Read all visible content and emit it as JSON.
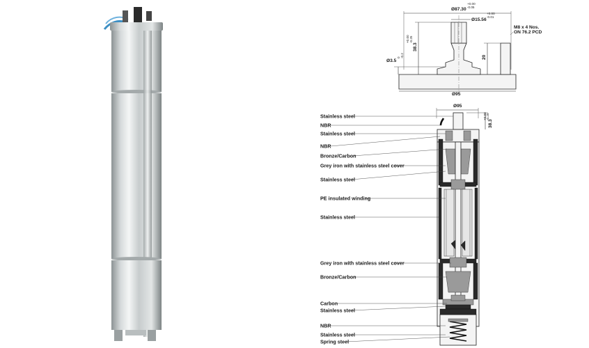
{
  "top_view": {
    "dia_top": "Ø87.30",
    "dia_top_tol_upper": "+0.00",
    "dia_top_tol_lower": "-0.05",
    "dia_shaft": "Ø15.56",
    "dia_shaft_tol_upper": "+0.00",
    "dia_shaft_tol_lower": "-0.01",
    "height_main": "38.3",
    "height_main_tol_upper": "+0.00",
    "height_main_tol_lower": "-0.25",
    "height_bolt": "20",
    "dia_small": "Ø3.5",
    "dia_small_tol_upper": "0",
    "dia_small_tol_lower": "-0.2",
    "bolt_note_line1": "M8 x 4 Nos.",
    "bolt_note_line2": "ON 76.2 PCD",
    "dia_base": "Ø95"
  },
  "section_view": {
    "dia_top": "Ø95",
    "height": "38.3",
    "height_tol_upper": "+0.00",
    "height_tol_lower": "-0.25",
    "labels": [
      "Stainless steel",
      "NBR",
      "Stainless steel",
      "NBR",
      "Bronze/Carbon",
      "Grey iron with stainless steel cover",
      "Stainless steel",
      "PE insulated winding",
      "Stainless steel",
      "Grey iron with stainless steel cover",
      "Bronze/Carbon",
      "Carbon",
      "Stainless steel",
      "NBR",
      "Stainless steel",
      "Spring steel"
    ]
  },
  "colors": {
    "steel_light": "#e9ecec",
    "steel_dark": "#8c9394",
    "cable_blue": "#3d8fc4"
  }
}
